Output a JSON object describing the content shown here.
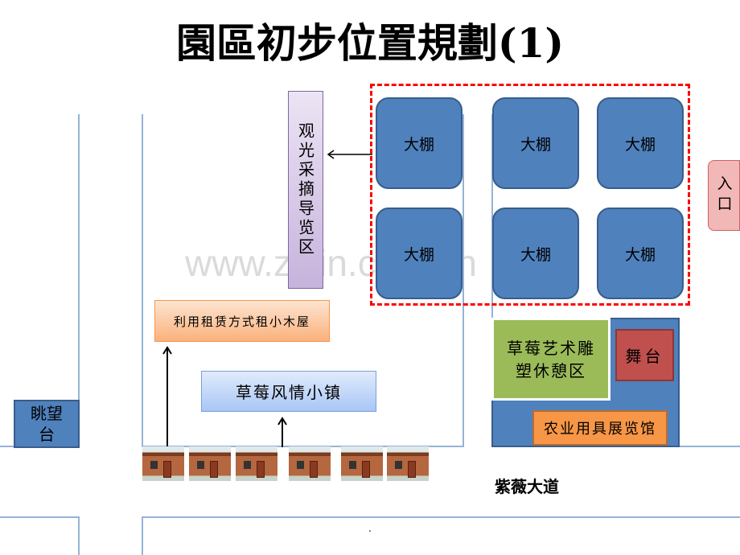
{
  "title": "園區初步位置規劃(1)",
  "watermark": "www.zixin.com.cn",
  "greenhouses": [
    "大棚",
    "大棚",
    "大棚",
    "大棚",
    "大棚",
    "大棚"
  ],
  "guide_area": "观光采摘导览区",
  "entrance": "入口",
  "cabin_rental": "利用租赁方式租小木屋",
  "town": "草莓风情小镇",
  "lookout": "眺望台",
  "sculpture_area": "草莓艺术雕塑休憩区",
  "stage": "舞台",
  "tools_hall": "农业用具展览馆",
  "avenue": "紫薇大道",
  "footer_dot": ".",
  "colors": {
    "greenhouse": "#4f81bd",
    "dashed": "#ff0000",
    "sculpture": "#9bbb59",
    "stage": "#c0504d",
    "hall": "#f79646"
  }
}
